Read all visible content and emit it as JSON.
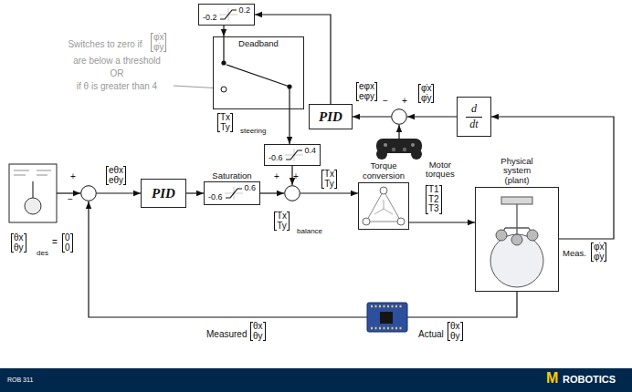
{
  "diagram": {
    "nodes": [
      {
        "text": [
          "-0.2",
          "0.2"
        ]
      },
      {
        "text": [
          "Deadband"
        ]
      },
      {
        "text": [
          "PID"
        ]
      },
      {
        "text": [
          "−",
          "+"
        ]
      },
      {
        "text": [
          "d",
          "dt"
        ]
      },
      {
        "text": [
          "-0.6",
          "0.4"
        ]
      },
      {
        "text": [
          "+",
          "−"
        ]
      },
      {
        "text": [
          "PID"
        ]
      },
      {
        "text": [
          "Saturation",
          "-0.6",
          "0.6"
        ]
      },
      {
        "text": [
          "+",
          "+"
        ]
      },
      {
        "text": [
          "Torque conversion"
        ]
      },
      {
        "text": [
          "Physical system (plant)"
        ]
      }
    ],
    "edges": [
      {
        "from": 2,
        "to": 0,
        "arrow": "to"
      },
      {
        "from": 0,
        "to": 1,
        "arrow": "to"
      },
      {
        "from": 1,
        "to": 5,
        "arrow": "to"
      },
      {
        "from": 5,
        "to": 9,
        "arrow": "to"
      },
      {
        "from": 3,
        "to": 2,
        "arrow": "to"
      },
      {
        "from": 4,
        "to": 3,
        "arrow": "to"
      },
      {
        "from": 11,
        "to": 4,
        "arrow": "to"
      },
      {
        "from": 6,
        "to": 7,
        "arrow": "to"
      },
      {
        "from": 7,
        "to": 8,
        "arrow": "to"
      },
      {
        "from": 8,
        "to": 9,
        "arrow": "to"
      },
      {
        "from": 9,
        "to": 10,
        "arrow": "to"
      },
      {
        "from": 10,
        "to": 11,
        "arrow": "to"
      },
      {
        "from": 11,
        "to": 6,
        "arrow": "to"
      }
    ],
    "labels": [
      "Switches to zero if",
      "φ̇x φ̇y",
      "are below a threshold",
      "OR",
      "if θ is greater than 4",
      "Tx Ty",
      "steering",
      "eφx eφy",
      "φ̇x φ̇y",
      "Motor torques",
      "T1 T2 T3",
      "Meas.",
      "φ̇x φ̇y",
      "θx θy",
      "des",
      "=",
      "0 0",
      "eθx eθy",
      "Tx Ty",
      "balance",
      "Tx Ty",
      "Measured",
      "θx θy",
      "Actual",
      "θx θy",
      "ROB 311",
      "M",
      "ROBOTICS"
    ]
  }
}
